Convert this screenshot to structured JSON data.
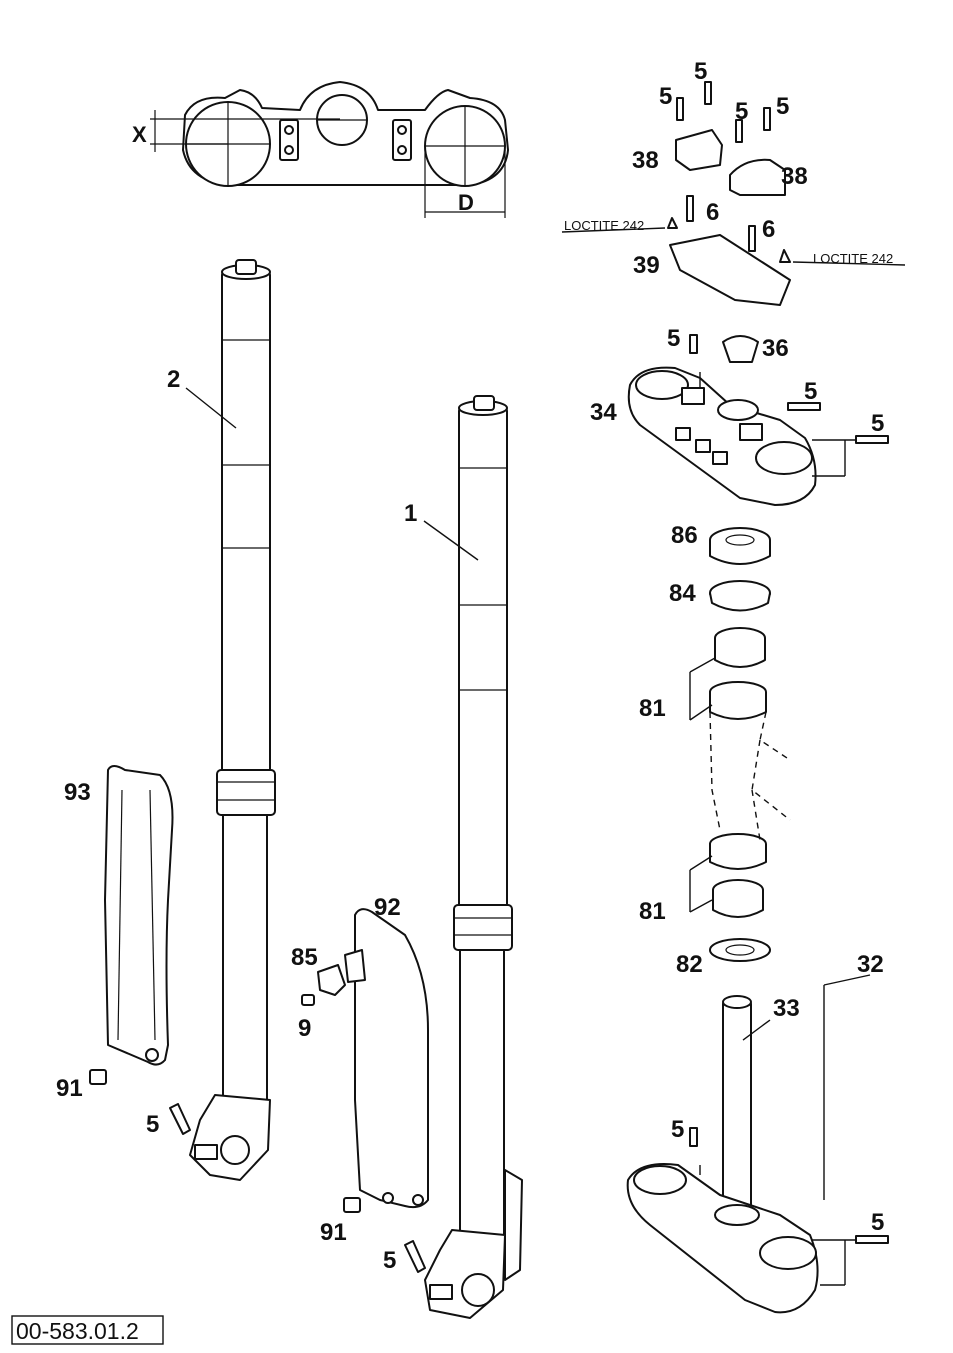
{
  "diagram": {
    "reference_number": "00-583.01.2",
    "dimensions": {
      "x": "X",
      "d": "D"
    },
    "notes": {
      "loctite_left": "LOCTITE 242",
      "loctite_right": "LOCTITE 242"
    },
    "callouts": {
      "c1": "1",
      "c2": "2",
      "c5a": "5",
      "c5b": "5",
      "c5c": "5",
      "c5d": "5",
      "c5e": "5",
      "c5f": "5",
      "c5g": "5",
      "c5h": "5",
      "c5i": "5",
      "c5j": "5",
      "c5k": "5",
      "c6a": "6",
      "c6b": "6",
      "c9": "9",
      "c32": "32",
      "c33": "33",
      "c34": "34",
      "c36": "36",
      "c38a": "38",
      "c38b": "38",
      "c39": "39",
      "c81a": "81",
      "c81b": "81",
      "c82": "82",
      "c84": "84",
      "c85": "85",
      "c86": "86",
      "c91a": "91",
      "c91b": "91",
      "c92": "92",
      "c93": "93"
    }
  }
}
